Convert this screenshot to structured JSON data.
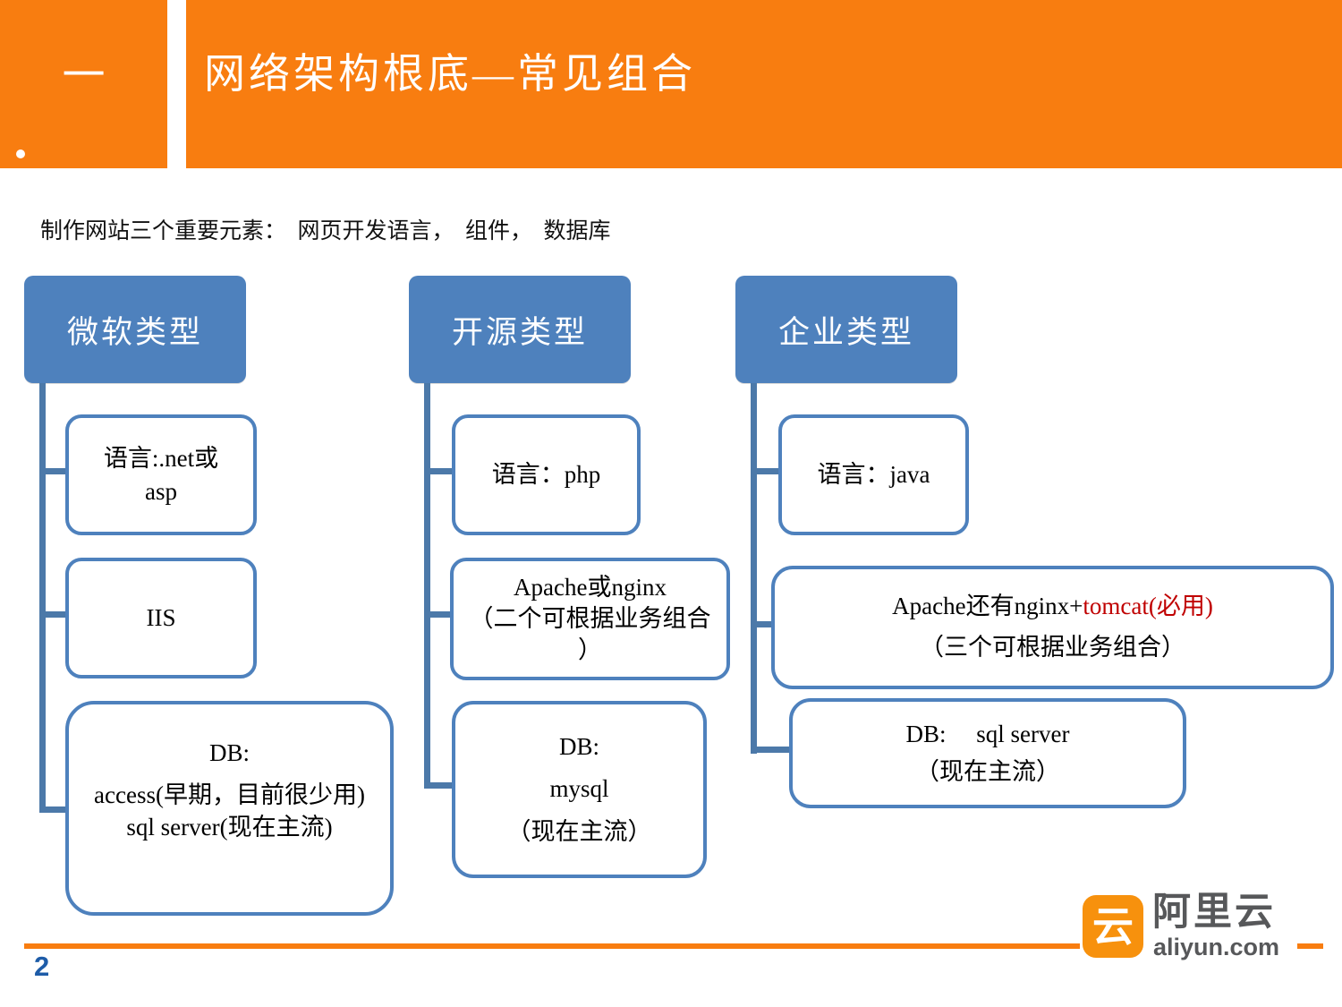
{
  "header": {
    "section_number": "一",
    "title": "网络架构根底—常见组合"
  },
  "subtitle": "制作网站三个重要元素：　网页开发语言，　组件，　数据库",
  "trees": [
    {
      "header": "微软类型",
      "children": [
        {
          "lines": [
            "语言:.net或",
            "asp"
          ]
        },
        {
          "lines": [
            "IIS"
          ]
        },
        {
          "lines": [
            "DB:",
            "access(早期，目前很少用)",
            "sql server(现在主流)"
          ]
        }
      ]
    },
    {
      "header": "开源类型",
      "children": [
        {
          "lines": [
            "语言：php"
          ]
        },
        {
          "lines": [
            "Apache或nginx",
            "（二个可根据业务组合",
            "）"
          ]
        },
        {
          "lines": [
            "DB:",
            "mysql",
            "（现在主流）"
          ]
        }
      ]
    },
    {
      "header": "企业类型",
      "children": [
        {
          "lines": [
            "语言：java"
          ]
        },
        {
          "line1_black": "Apache还有nginx+",
          "line1_red": "tomcat(必用)",
          "line2": "（三个可根据业务组合）"
        },
        {
          "lines": [
            "DB:     sql server",
            "（现在主流）"
          ]
        }
      ]
    }
  ],
  "footer": {
    "page_number": "2",
    "logo_glyph": "云",
    "logo_brand": "阿里云",
    "logo_domain": "aliyun.com"
  },
  "colors": {
    "orange": "#F87D10",
    "blue": "#4E81BD",
    "connector": "#4C79A9",
    "red": "#C00000",
    "text-gray": "#57585A",
    "page-blue": "#1E5CA8"
  }
}
